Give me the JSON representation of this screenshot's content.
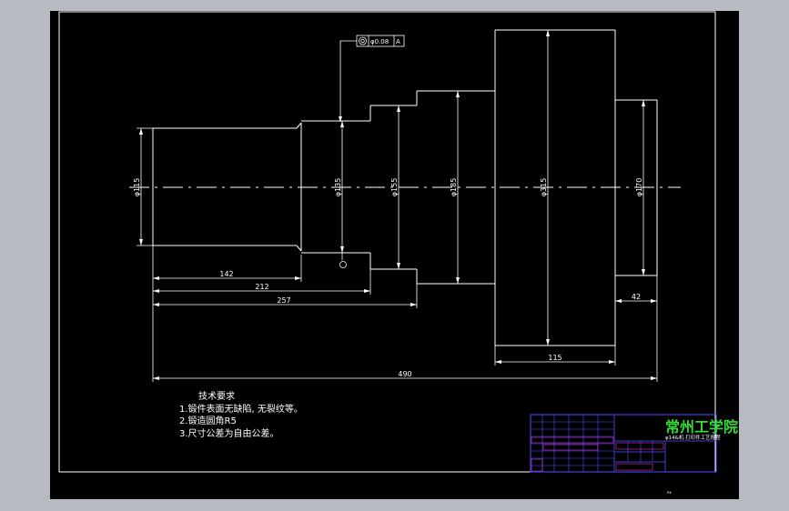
{
  "diameters": {
    "d1": "φ115",
    "d2": "φ135",
    "d3": "φ155",
    "d4": "φ185",
    "d5": "φ315",
    "d6": "φ170"
  },
  "lengths": {
    "l142": "142",
    "l212": "212",
    "l257": "257",
    "l115": "115",
    "l42": "42",
    "l490": "490"
  },
  "tolerance": {
    "value": "φ0.08",
    "datum": "A"
  },
  "tech": {
    "title": "技术要求",
    "items": [
      "1.锻件表面无缺陷, 无裂纹等。",
      "2.锻造圆角R5",
      "3.尺寸公差为自由公差。"
    ]
  },
  "titleblock": {
    "school": "常州工学院",
    "subtitle": "φ14&机 打印件工艺规程"
  },
  "corner_text": "ᴾ⁴",
  "colors": {
    "lines": "#ffffff",
    "titleblock_lines": "#4444ff",
    "titleblock_text": "#ff3aff",
    "school": "#33dd33"
  }
}
